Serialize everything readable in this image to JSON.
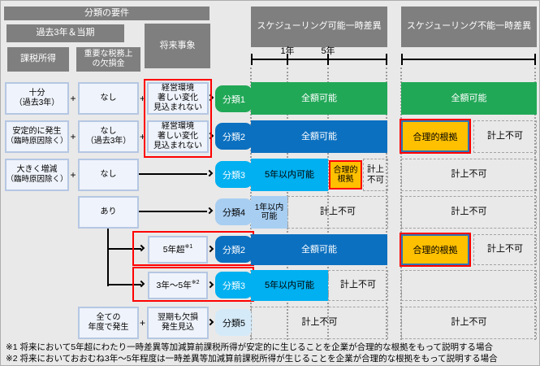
{
  "title_labels": {
    "criteria": "分類の要件",
    "past3": "過去3年＆当期",
    "taxable_income": "課税所得",
    "material_loss_l1": "重要な税務上",
    "material_loss_l2": "の欠損金",
    "future_events": "将来事象",
    "schedulable": "スケジューリング可能一時差異",
    "non_schedulable": "スケジューリング不能一時差異",
    "year1": "1年",
    "year5": "5年"
  },
  "labels": {
    "plus": "+",
    "full_ok": "全額可能",
    "within5": "5年以内可能",
    "within1_l1": "1年以内",
    "within1_l2": "可能",
    "rational": "合理的根拠",
    "rational_l1": "合理的",
    "rational_l2": "根拠",
    "not_ok": "計上不可",
    "not_ok_l1": "計上",
    "not_ok_l2": "不可"
  },
  "rows": [
    {
      "badge": "分類1",
      "income_l1": "十分",
      "income_l2": "（過去3年）",
      "loss": "なし",
      "future_l1": "経営環境",
      "future_l2": "著しい変化",
      "future_l3": "見込まれない"
    },
    {
      "badge": "分類2",
      "income_l1": "安定的に発生",
      "income_l2": "（臨時原因除く）",
      "loss_l1": "なし",
      "loss_l2": "（過去3年）",
      "future_l1": "経営環境",
      "future_l2": "著しい変化",
      "future_l3": "見込まれない"
    },
    {
      "badge": "分類3",
      "income_l1": "大きく増減",
      "income_l2": "（臨時原因除く）",
      "loss": "なし"
    },
    {
      "badge": "分類4",
      "loss": "あり"
    },
    {
      "badge": "分類2",
      "cond": "5年超",
      "sup": "※1"
    },
    {
      "badge": "分類3",
      "cond": "3年～5年",
      "sup": "※2"
    },
    {
      "badge": "分類5",
      "left_l1": "全ての",
      "left_l2": "年度で発生",
      "right_l1": "翌期も欠損",
      "right_l2": "発生見込"
    }
  ],
  "footnotes": {
    "note1": "※1 将来において5年超にわたり一時差異等加減算前課税所得が安定的に生じることを企業が合理的な根拠をもって説明する場合",
    "note2": "※2 将来においておおむね3年～5年程度は一時差異等加減算前課税所得が生じることを企業が合理的な根拠をもって説明する場合"
  },
  "colors": {
    "class1_green": "#21a857",
    "class2_blue": "#0c70c0",
    "class3_cyan": "#00b0f0",
    "class4_light_blue": "#a8cef2",
    "class5_pale_blue": "#d5eaf8",
    "rational_gold": "#ffc000",
    "highlight_red": "#ff0000",
    "header_grey": "#7f7f7f",
    "background": "#e9e9e9"
  }
}
